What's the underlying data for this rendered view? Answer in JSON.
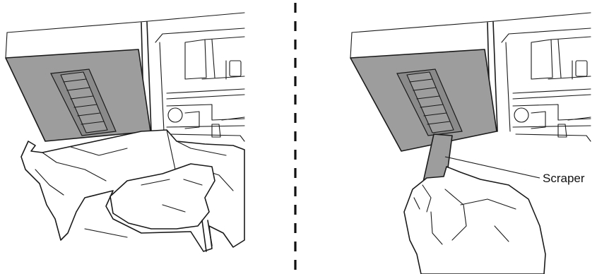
{
  "labels": {
    "scraper": "Scraper"
  },
  "panels": [
    {
      "name": "left-panel",
      "description_icon": "cloth-wiping-icon"
    },
    {
      "name": "right-panel",
      "description_icon": "scraper-cleaning-icon"
    }
  ],
  "colors": {
    "plate_fill": "#9d9d9d",
    "line": "#1a1a1a",
    "background": "#ffffff"
  }
}
